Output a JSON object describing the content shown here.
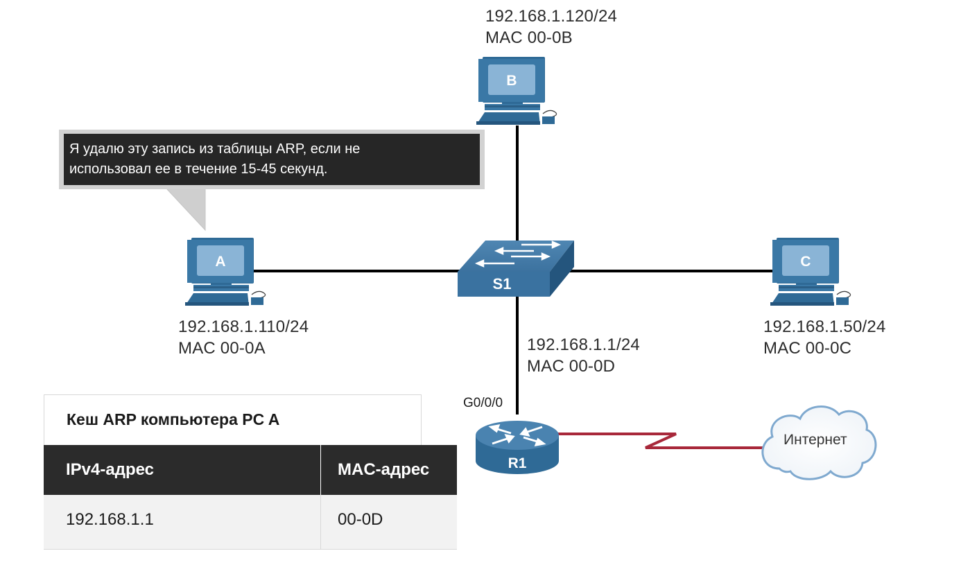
{
  "devices": {
    "pc_a": {
      "letter": "A",
      "ip": "192.168.1.110/24",
      "mac": "MAC 00-0A"
    },
    "pc_b": {
      "letter": "B",
      "ip": "192.168.1.120/24",
      "mac": "MAC 00-0B"
    },
    "pc_c": {
      "letter": "C",
      "ip": "192.168.1.50/24",
      "mac": "MAC 00-0C"
    },
    "switch": {
      "name": "S1"
    },
    "router": {
      "name": "R1",
      "port": "G0/0/0",
      "ip": "192.168.1.1/24",
      "mac": "MAC 00-0D"
    },
    "cloud": {
      "label": "Интернет"
    }
  },
  "callout": {
    "line1": "Я удалю эту запись из таблицы ARP, если не",
    "line2": "использовал ее в течение 15-45 секунд."
  },
  "arp_table": {
    "title": "Кеш ARP компьютера PC A",
    "headers": [
      "IPv4-адрес",
      "MAC-адрес"
    ],
    "rows": [
      [
        "192.168.1.1",
        "00-0D"
      ]
    ]
  },
  "colors": {
    "device_blue": "#2f6a96",
    "device_light": "#8ab4d6",
    "link": "#000000",
    "wan_link": "#a8283a",
    "callout_bg": "#262626",
    "table_header_bg": "#2b2b2b",
    "table_row_bg": "#f2f2f2"
  }
}
